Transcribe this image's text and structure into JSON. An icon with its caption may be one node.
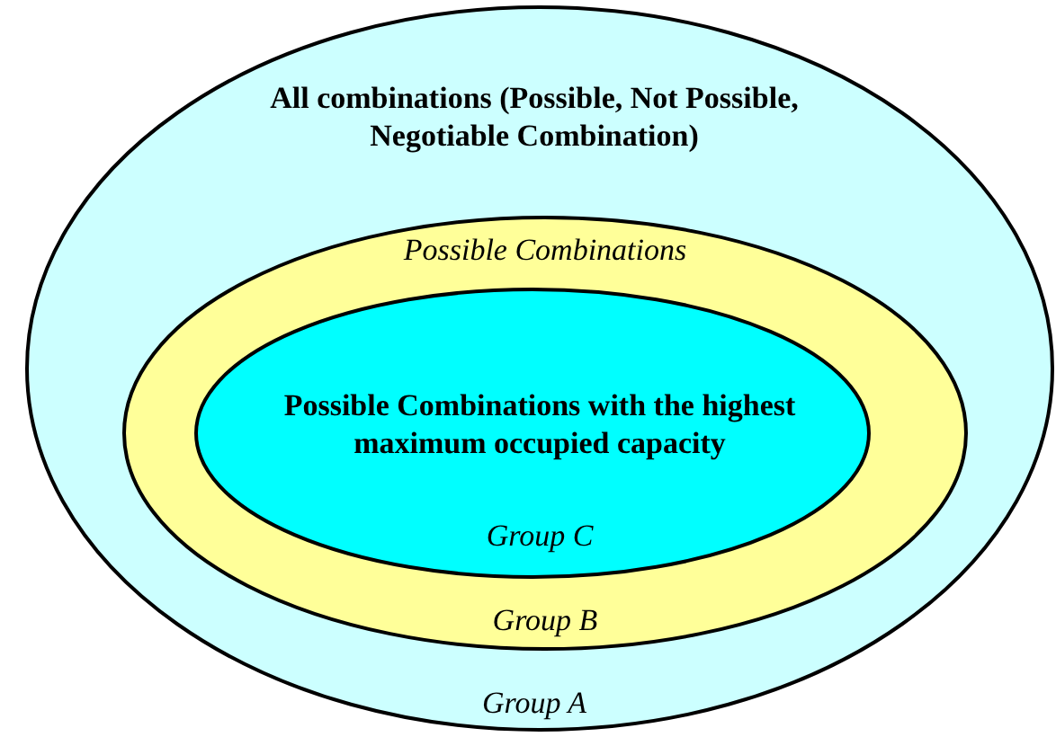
{
  "diagram": {
    "nodes": [
      {
        "text": [
          "All combinations (Possible, Not Possible, Negotiable Combination)",
          "Group A"
        ]
      },
      {
        "text": [
          "Possible Combinations",
          "Group B"
        ],
        "in": 0
      },
      {
        "text": [
          "Possible Combinations with the highest maximum occupied capacity",
          "Group C"
        ],
        "in": 1
      }
    ]
  }
}
